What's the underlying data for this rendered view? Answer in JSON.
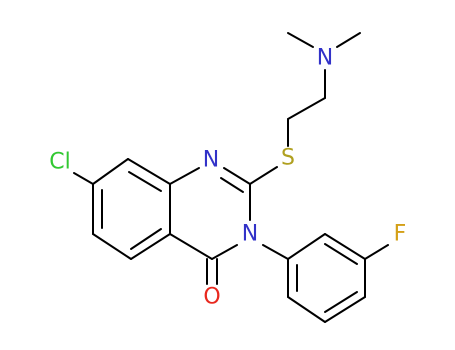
{
  "molecule": {
    "atoms": {
      "n_top_right": {
        "symbol": "N",
        "color": "#3232c8"
      },
      "sulfur": {
        "symbol": "S",
        "color": "#b0a020"
      },
      "chlorine": {
        "symbol": "Cl",
        "color": "#32c832"
      },
      "n_ring_lower": {
        "symbol": "N",
        "color": "#3232c8"
      },
      "n_ring_upper": {
        "symbol": "N",
        "color": "#3232c8"
      },
      "fluorine": {
        "symbol": "F",
        "color": "#d4a017"
      },
      "oxygen": {
        "symbol": "O",
        "color": "#e8281e"
      }
    },
    "bond_color": "#000000"
  }
}
